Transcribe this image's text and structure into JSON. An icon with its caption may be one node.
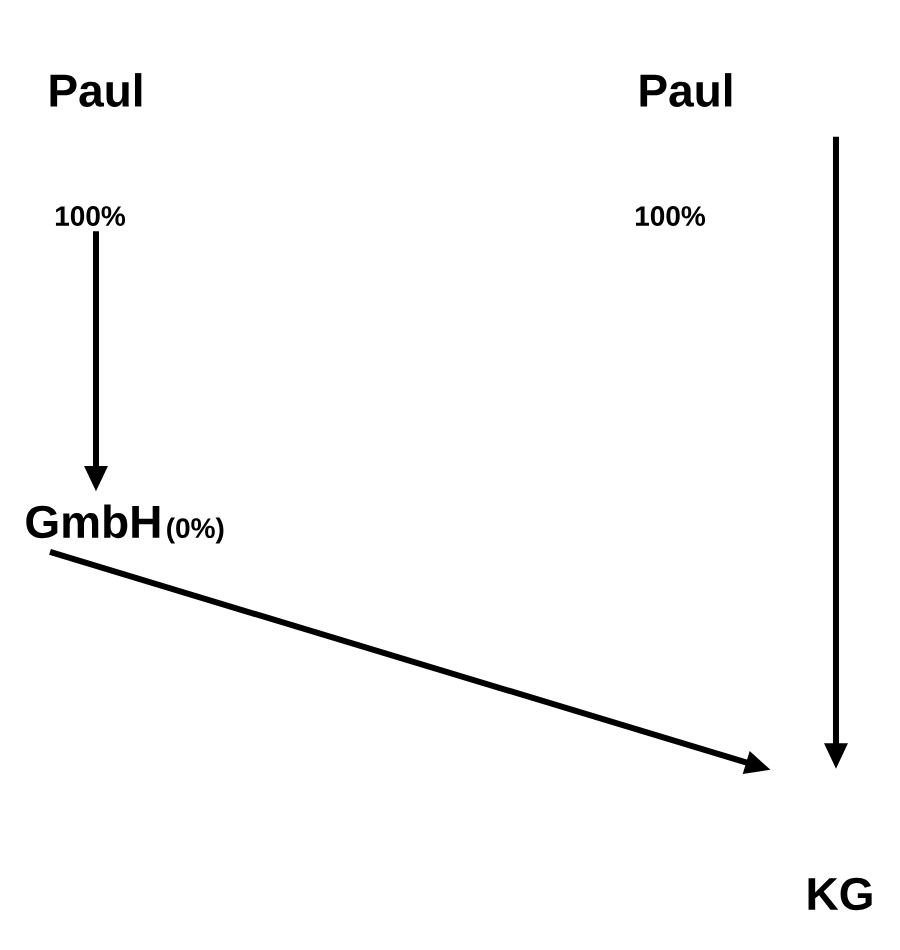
{
  "diagram": {
    "nodes": [
      {
        "text": [
          "Paul"
        ]
      },
      {
        "text": [
          "Paul"
        ]
      },
      {
        "text": [
          "GmbH",
          "(0%)"
        ]
      },
      {
        "text": [
          "KG"
        ]
      }
    ],
    "edges": [
      {
        "from": 0,
        "to": 2,
        "arrow": "to",
        "label": "100%"
      },
      {
        "from": 1,
        "to": 3,
        "arrow": "to",
        "label": "100%"
      },
      {
        "from": 2,
        "to": 3,
        "arrow": "to"
      }
    ]
  }
}
